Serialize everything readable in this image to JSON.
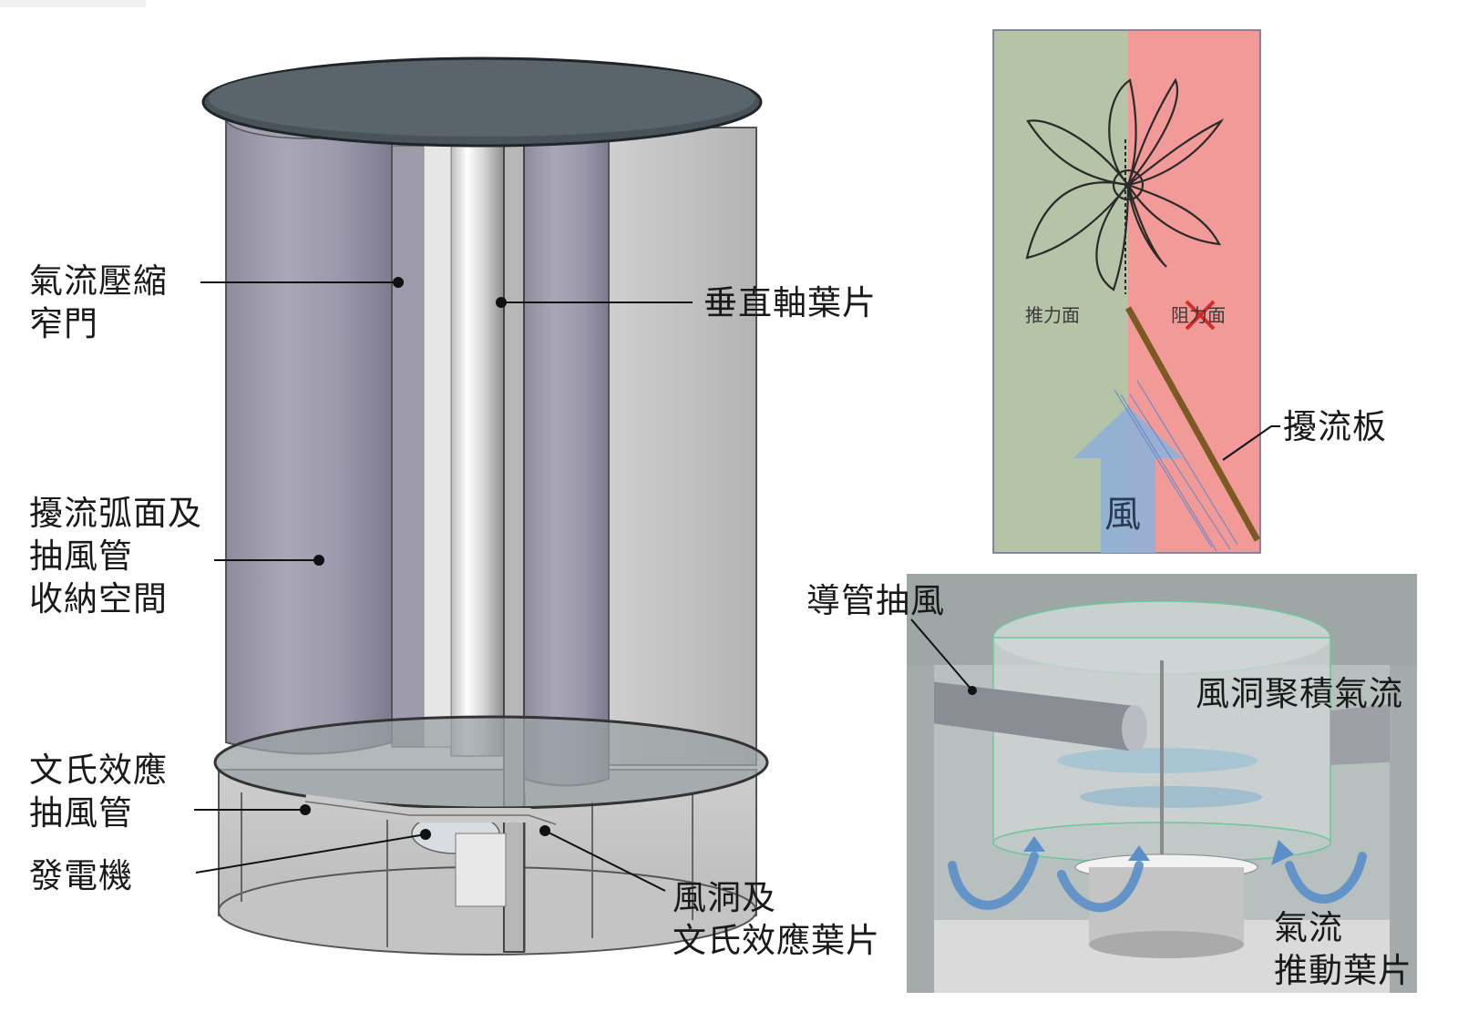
{
  "main_diagram": {
    "labels": {
      "compression_gate": [
        "氣流壓縮",
        "窄門"
      ],
      "vertical_blade": "垂直軸葉片",
      "deflector_storage": [
        "擾流弧面及",
        "抽風管",
        "收納空間"
      ],
      "venturi_pipe": [
        "文氏效應",
        "抽風管"
      ],
      "generator": "發電機",
      "wind_tunnel_blade": [
        "風洞及",
        "文氏效應葉片"
      ]
    }
  },
  "inset_top": {
    "thrust_face": "推力面",
    "resist_face": "阻力面",
    "deflector": "擾流板",
    "wind": "風"
  },
  "inset_bottom": {
    "duct_suction": "導管抽風",
    "tunnel_accumulate": "風洞聚積氣流",
    "airflow_push": [
      "氣流",
      "推動葉片"
    ]
  },
  "colors": {
    "thrust_bg": "#b5c4a6",
    "resist_bg": "#f19a98",
    "wind_arrow": "#8fb0d6",
    "deflector_plate": "#7a5a22",
    "cylinder": "#9a98a8",
    "flow_arrow": "#5a8fc8"
  }
}
